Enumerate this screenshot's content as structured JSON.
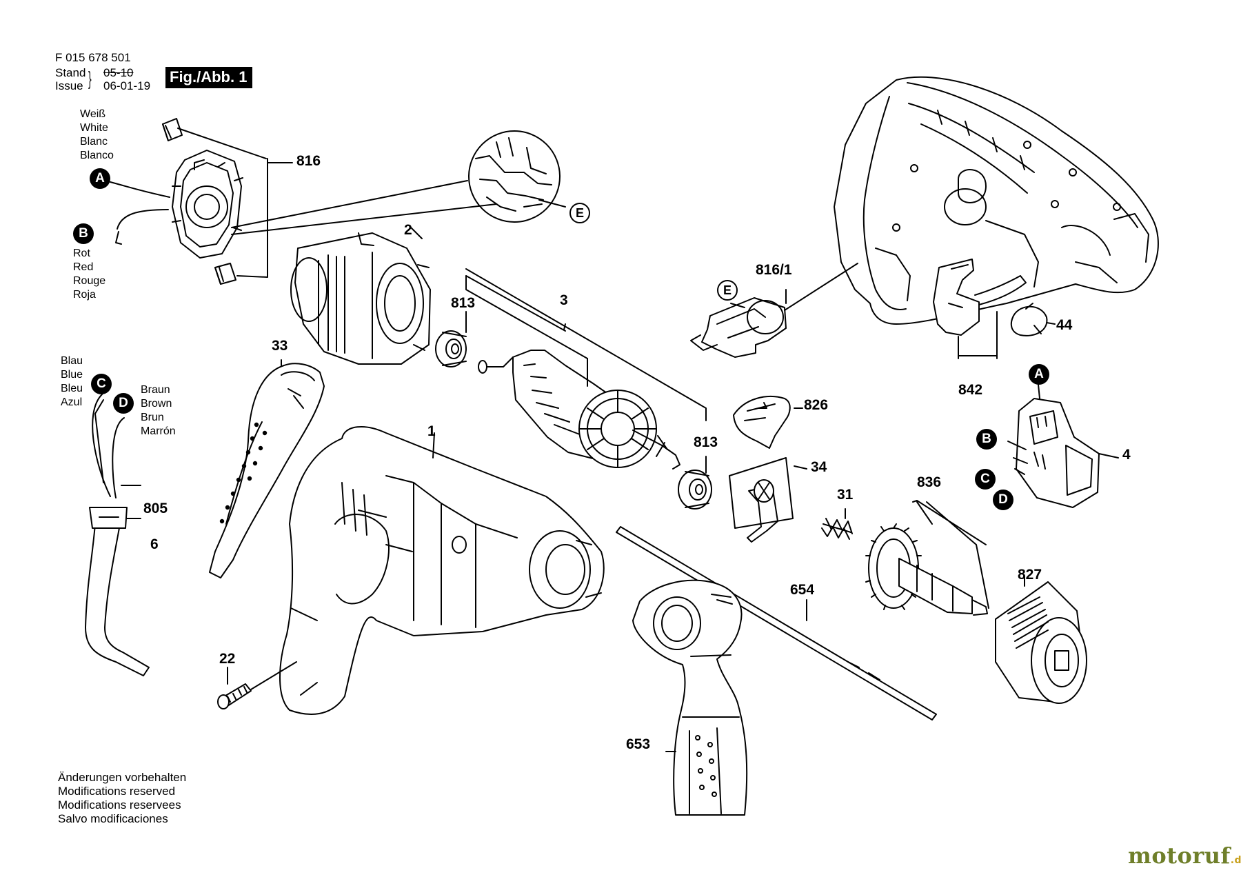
{
  "header": {
    "doc_number": "F 015 678 501",
    "stand_label": "Stand",
    "issue_label": "Issue",
    "stand_date": "05-10",
    "issue_date": "06-01-19",
    "figure_label": "Fig./Abb. 1"
  },
  "wire_labels": {
    "white": [
      "Weiß",
      "White",
      "Blanc",
      "Blanco"
    ],
    "red": [
      "Rot",
      "Red",
      "Rouge",
      "Roja"
    ],
    "blue": [
      "Blau",
      "Blue",
      "Bleu",
      "Azul"
    ],
    "brown": [
      "Braun",
      "Brown",
      "Brun",
      "Marrón"
    ]
  },
  "markers": {
    "a": "A",
    "b": "B",
    "c": "C",
    "d": "D",
    "e": "E"
  },
  "parts": {
    "p816": "816",
    "p2": "2",
    "p813a": "813",
    "p813b": "813",
    "p3": "3",
    "p816_1": "816/1",
    "p44": "44",
    "p842": "842",
    "p826": "826",
    "p34": "34",
    "p31": "31",
    "p836": "836",
    "p4": "4",
    "p827": "827",
    "p654": "654",
    "p653": "653",
    "p1": "1",
    "p33": "33",
    "p805": "805",
    "p6": "6",
    "p22": "22"
  },
  "footer": {
    "disclaimer": [
      "Änderungen vorbehalten",
      "Modifications reserved",
      "Modifications reservees",
      "Salvo modificaciones"
    ],
    "logo_main": "motoruf",
    "logo_suffix": ".de"
  }
}
